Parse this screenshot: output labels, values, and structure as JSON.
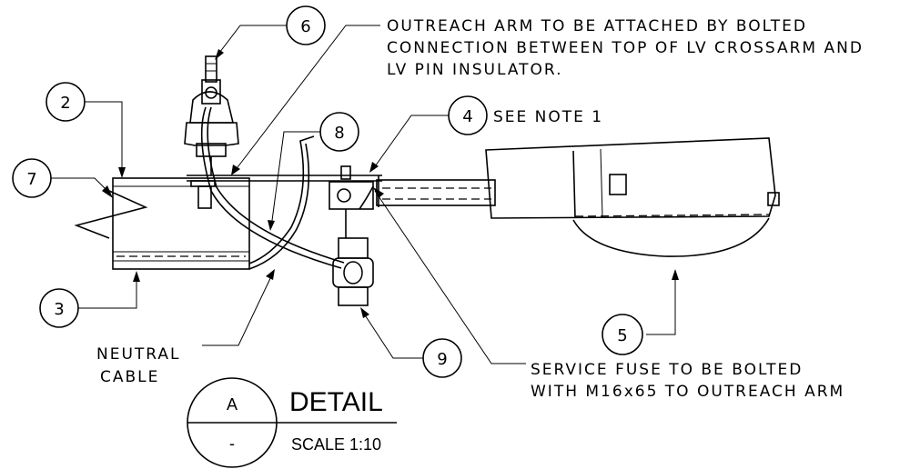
{
  "notes": {
    "outreach_line1": "OUTREACH ARM TO BE ATTACHED BY BOLTED",
    "outreach_line2": "CONNECTION BETWEEN TOP OF LV CROSSARM AND",
    "outreach_line3": "LV PIN INSULATOR.",
    "see_note": "SEE NOTE 1",
    "neutral_line1": "NEUTRAL",
    "neutral_line2": "CABLE",
    "fuse_line1": "SERVICE FUSE TO BE BOLTED",
    "fuse_line2": "WITH M16x65 TO OUTREACH ARM"
  },
  "balloons": {
    "b2": "2",
    "b3": "3",
    "b4": "4",
    "b5": "5",
    "b6": "6",
    "b7": "7",
    "b8": "8",
    "b9": "9"
  },
  "detail": {
    "letter": "A",
    "title": "DETAIL",
    "sheet": "-",
    "scale": "SCALE 1:10"
  }
}
